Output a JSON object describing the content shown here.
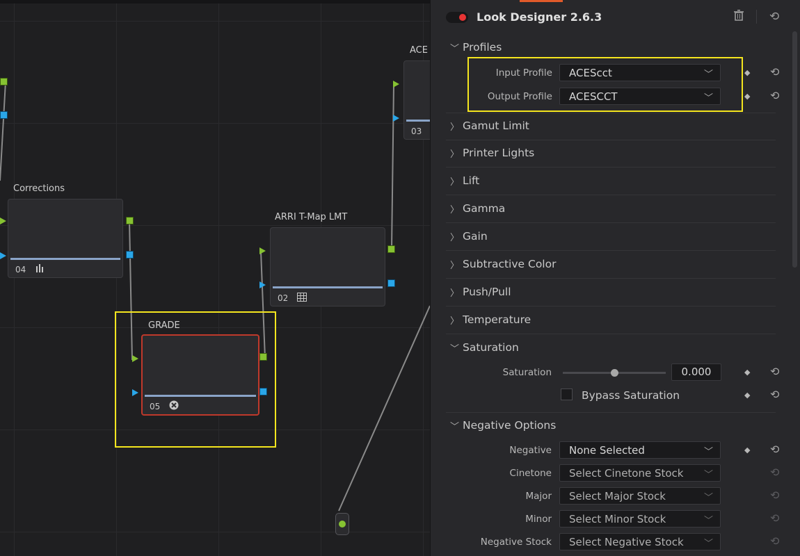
{
  "node_editor": {
    "nodes": [
      {
        "label": "Corrections",
        "number": "04",
        "icon": "bars-icon"
      },
      {
        "label": "ARRI T-Map LMT",
        "number": "02",
        "icon": "grid-icon"
      },
      {
        "label": "GRADE",
        "number": "05",
        "icon": "ofx-icon"
      },
      {
        "label": "ACE",
        "number": "03"
      }
    ]
  },
  "inspector": {
    "title": "Look Designer 2.6.3",
    "sections": {
      "profiles": {
        "title": "Profiles",
        "input_label": "Input Profile",
        "input_value": "ACEScct",
        "output_label": "Output Profile",
        "output_value": "ACESCCT"
      },
      "collapsed": [
        "Gamut Limit",
        "Printer Lights",
        "Lift",
        "Gamma",
        "Gain",
        "Subtractive Color",
        "Push/Pull",
        "Temperature"
      ],
      "saturation": {
        "title": "Saturation",
        "label": "Saturation",
        "value": "0.000",
        "slider_fraction": 0.5,
        "bypass_label": "Bypass Saturation"
      },
      "negative": {
        "title": "Negative Options",
        "rows": [
          {
            "label": "Negative",
            "value": "None Selected"
          },
          {
            "label": "Cinetone",
            "value": "Select Cinetone Stock"
          },
          {
            "label": "Major",
            "value": "Select Major Stock"
          },
          {
            "label": "Minor",
            "value": "Select Minor Stock"
          },
          {
            "label": "Negative Stock",
            "value": "Select Negative Stock"
          }
        ]
      }
    }
  }
}
